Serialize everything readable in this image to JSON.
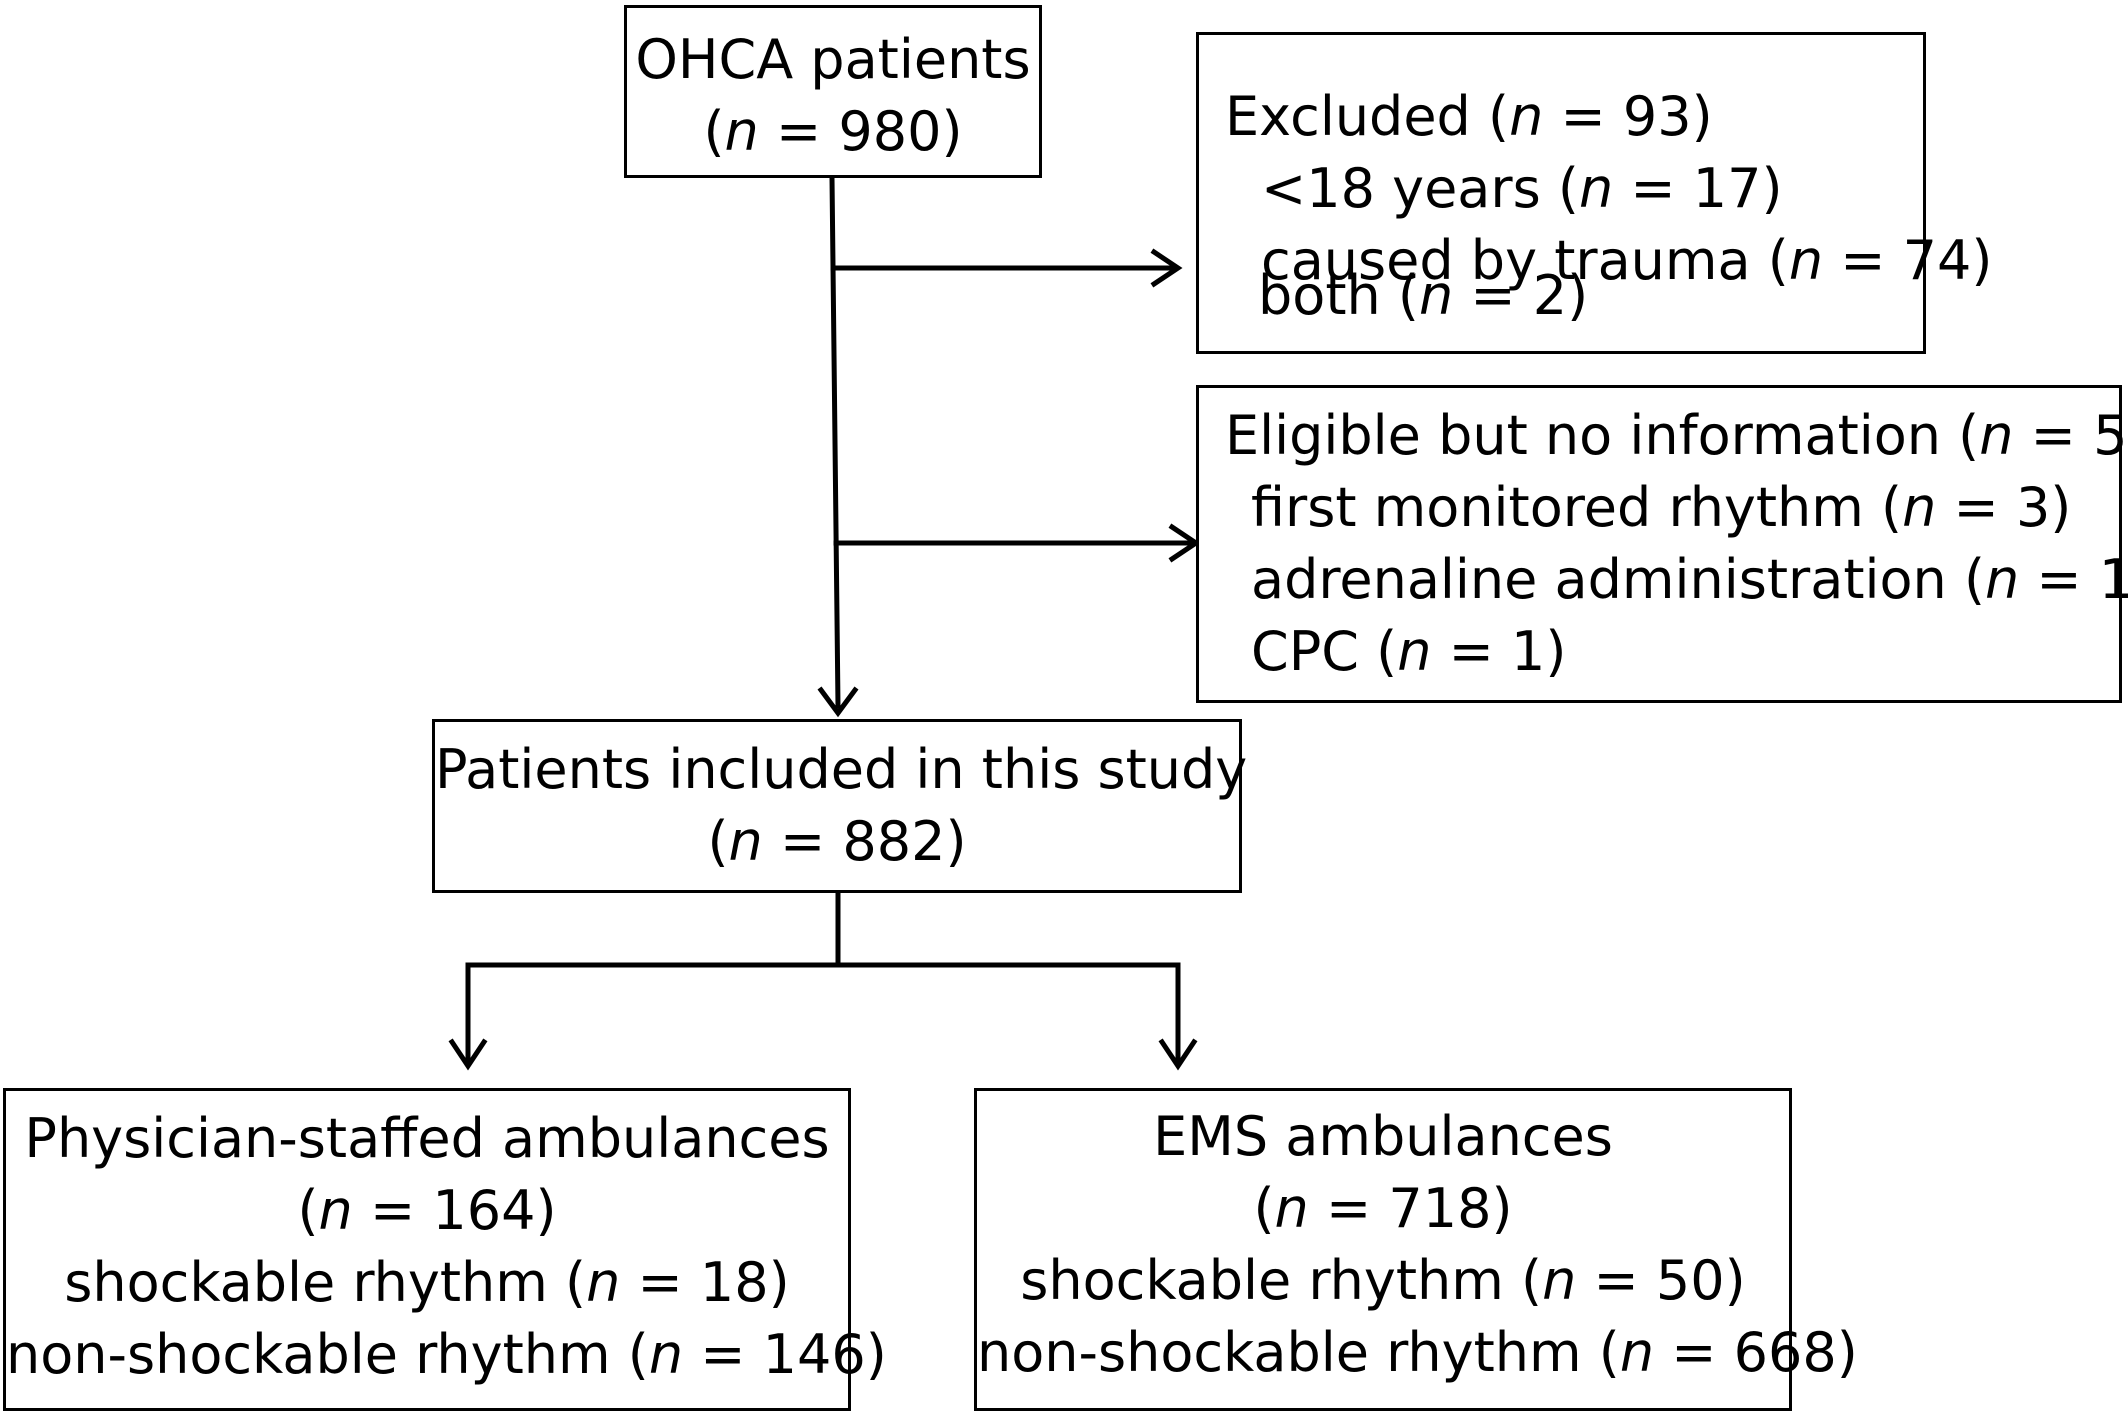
{
  "start": {
    "title": "OHCA patients",
    "n": "980"
  },
  "excluded": {
    "title": "Excluded",
    "n": "93",
    "items": [
      {
        "label": "<18 years",
        "n": "17"
      },
      {
        "label": "caused by trauma",
        "n": "74"
      },
      {
        "label": "both",
        "n": "2"
      }
    ]
  },
  "no_info": {
    "title": "Eligible but no information",
    "n": "5",
    "items": [
      {
        "label": "first monitored rhythm",
        "n": "3"
      },
      {
        "label": "adrenaline administration",
        "n": "1"
      },
      {
        "label": "CPC",
        "n": "1"
      }
    ]
  },
  "included": {
    "title": "Patients included in this study",
    "n": "882"
  },
  "physician": {
    "title": "Physician-staffed ambulances",
    "n": "164",
    "shockable_label": "shockable rhythm",
    "shockable_n": "18",
    "nonshockable_label": "non-shockable rhythm",
    "nonshockable_n": "146"
  },
  "ems": {
    "title": "EMS ambulances",
    "n": "718",
    "shockable_label": "shockable rhythm",
    "shockable_n": "50",
    "nonshockable_label": "non-shockable rhythm",
    "nonshockable_n": "668"
  },
  "n_symbol": "n"
}
